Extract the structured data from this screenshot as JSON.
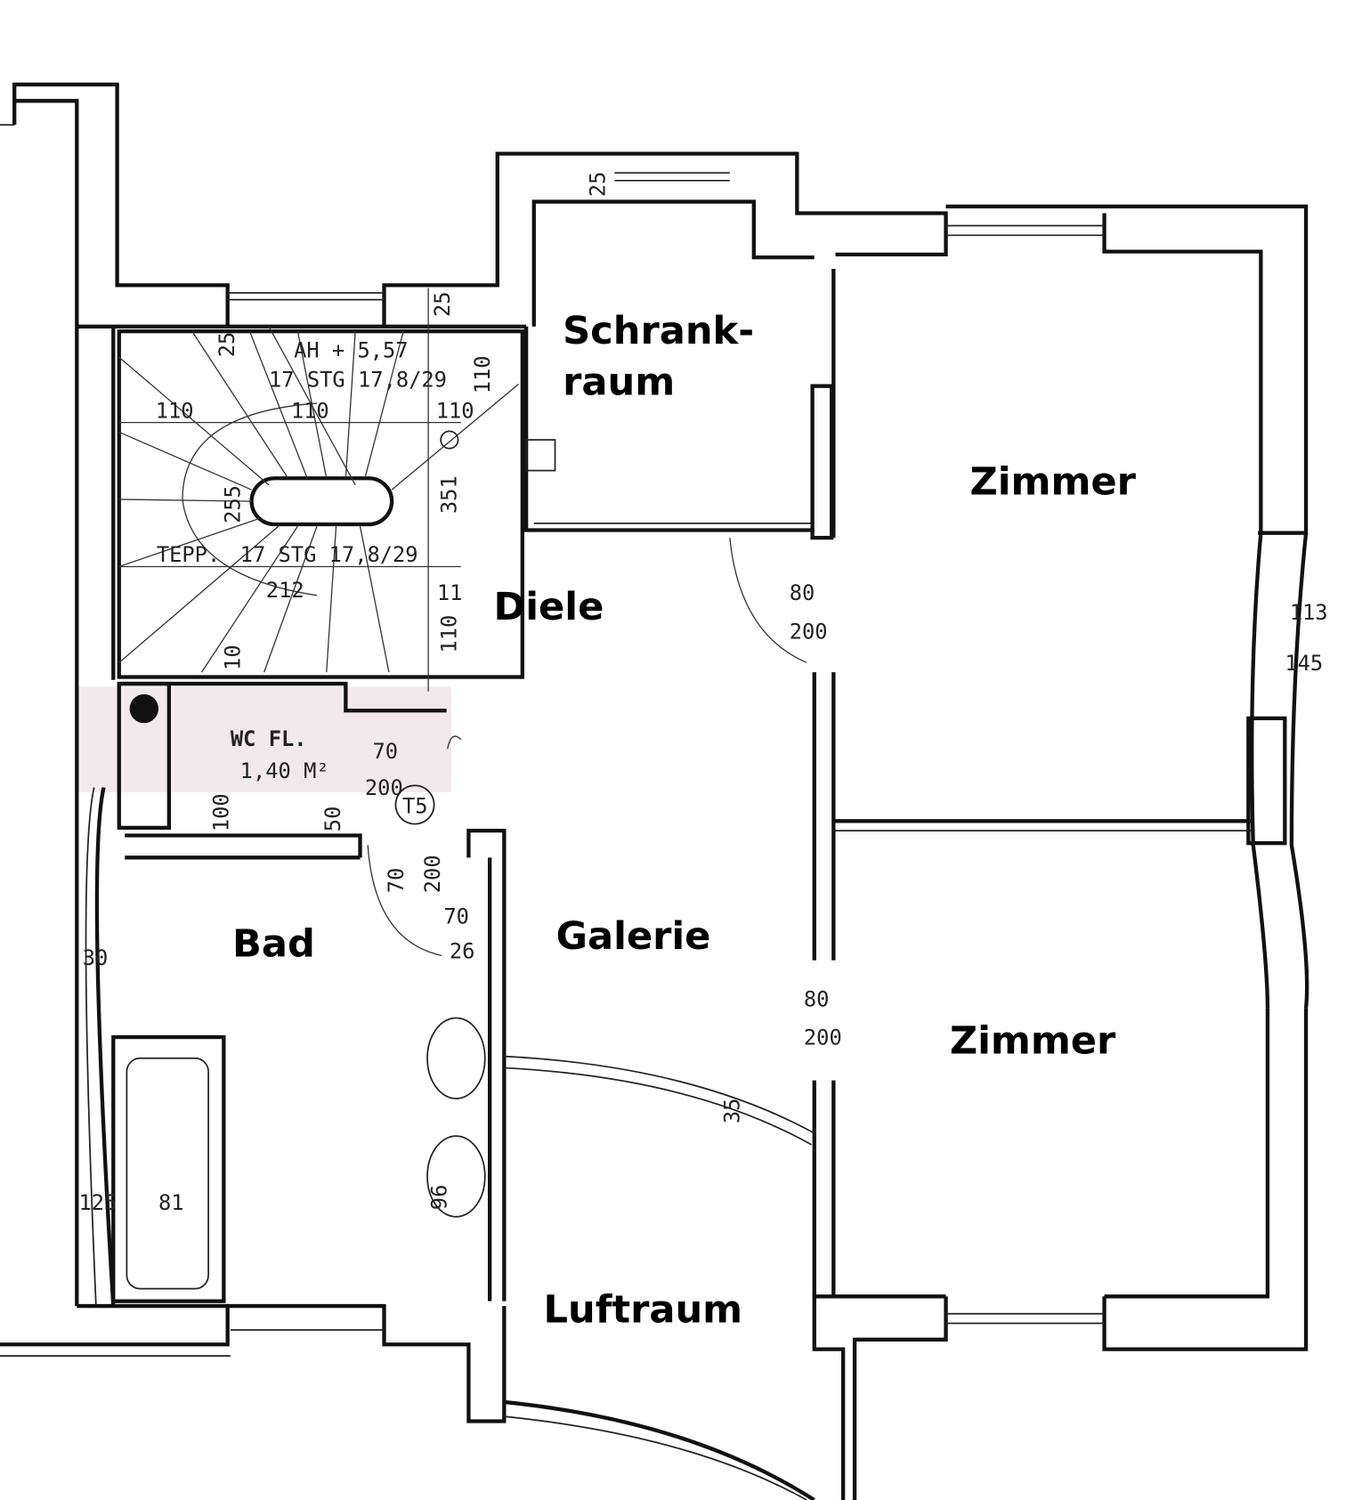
{
  "plan": {
    "rooms": {
      "schrankraum_line1": "Schrank-",
      "schrankraum_line2": "raum",
      "zimmer_top": "Zimmer",
      "diele": "Diele",
      "galerie": "Galerie",
      "bad": "Bad",
      "zimmer_bottom": "Zimmer",
      "luftraum": "Luftraum"
    },
    "annotations": {
      "stair_top_dim": "25",
      "stair_right_dim": "25",
      "schrank_dim": "25",
      "stair_ah": "AH + 5,57",
      "stair_steps_upper": "17 STG 17,8/29",
      "stair_110_left": "110",
      "stair_110_mid": "110",
      "stair_110_right": "110",
      "stair_110_vert": "110",
      "stair_255": "255",
      "stair_351": "351",
      "stair_tepp": "TEPP.",
      "stair_steps_lower": "17 STG 17,8/29",
      "stair_212": "212",
      "stair_110_low": "110",
      "stair_10": "10",
      "stair_11": "11",
      "wc_label": "WC FL.",
      "wc_area": "1,40 M²",
      "wc_door_w": "70",
      "wc_door_h": "200",
      "wc_100": "100",
      "wc_50": "50",
      "t5": "T5",
      "zimmer_door_w": "80",
      "zimmer_door_h": "200",
      "bad_door_w": "70",
      "bad_door_h": "200",
      "bad_70": "70",
      "bad_26": "26",
      "zimmer2_door_w": "80",
      "zimmer2_door_h": "200",
      "galerie_35": "35",
      "bad_81": "81",
      "bad_125": "125",
      "bad_96": "96",
      "bad_30": "30",
      "window_113": "113",
      "window_145": "145"
    }
  }
}
